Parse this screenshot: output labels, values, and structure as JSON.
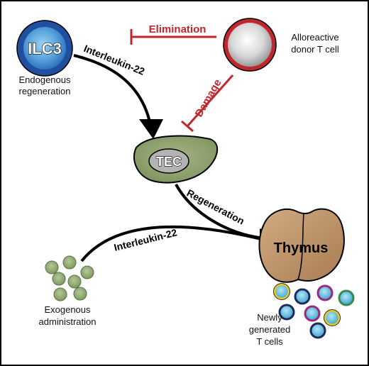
{
  "nodes": {
    "ilc3": {
      "label": "ILC3",
      "caption_line1": "Endogenous",
      "caption_line2": "regeneration"
    },
    "donor": {
      "caption_line1": "Alloreactive",
      "caption_line2": "donor T cell"
    },
    "tec": {
      "label": "TEC"
    },
    "thymus": {
      "label": "Thymus"
    },
    "exogenous": {
      "caption_line1": "Exogenous",
      "caption_line2": "administration"
    },
    "new_cells": {
      "caption_line1": "Newly",
      "caption_line2": "generated",
      "caption_line3": "T cells"
    }
  },
  "edges": {
    "ilc3_to_tec": "Interleukin-22",
    "donor_to_ilc3": "Elimination",
    "donor_to_tec": "Damage",
    "tec_to_thymus": "Regeneration",
    "exogenous_to_thymus": "Interleukin-22"
  },
  "colors": {
    "black": "#000000",
    "inhibit_red": "#c0262d",
    "ilc3_blue": "#1f4f9e",
    "tec_green": "#8a9c6a",
    "thymus_tan": "#b88c63",
    "exo_green": "#88a068",
    "cell_blue": "#4ab0d8"
  }
}
